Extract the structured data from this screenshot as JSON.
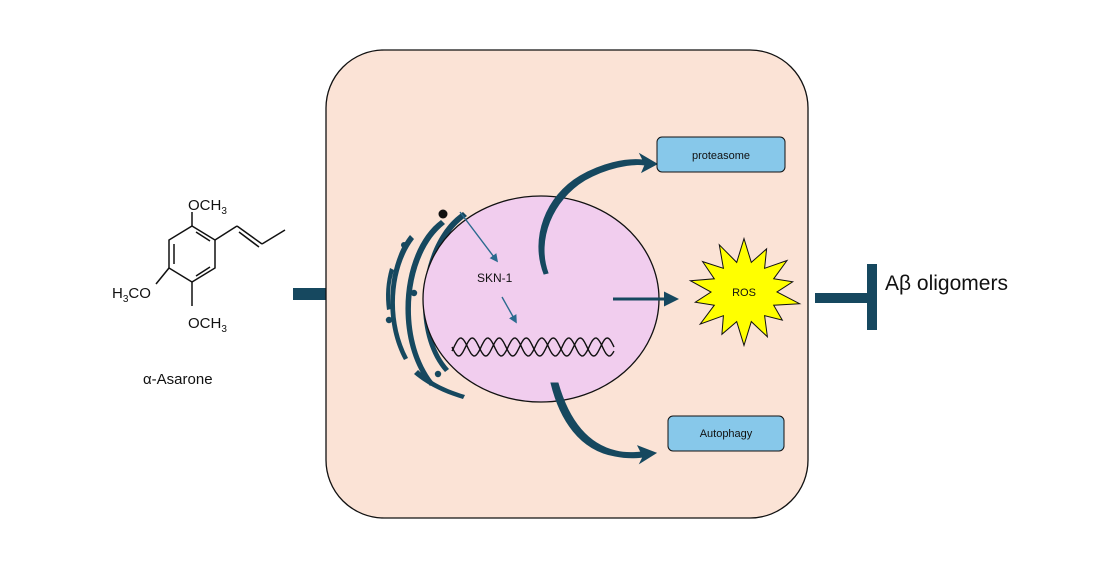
{
  "molecule": {
    "name": "α-Asarone",
    "groups": {
      "top": {
        "main": "OCH",
        "sub": "3"
      },
      "left": {
        "pre": "H",
        "sub": "3",
        "main": "CO"
      },
      "bottom": {
        "main": "OCH",
        "sub": "3"
      }
    }
  },
  "cell": {
    "nucleus": {
      "factor_label": "SKN-1"
    },
    "boxes": {
      "proteasome": "proteasome",
      "autophagy": "Autophagy"
    },
    "burst": "ROS"
  },
  "target": "Aβ oligomers",
  "colors": {
    "cell_fill": "#fbe3d6",
    "nucleus_fill": "#f1cdee",
    "box_fill": "#87c8ea",
    "burst_fill": "#ffff00",
    "arrow": "#16485f",
    "small_arrow": "#2a6a8e",
    "text": "#111111"
  }
}
